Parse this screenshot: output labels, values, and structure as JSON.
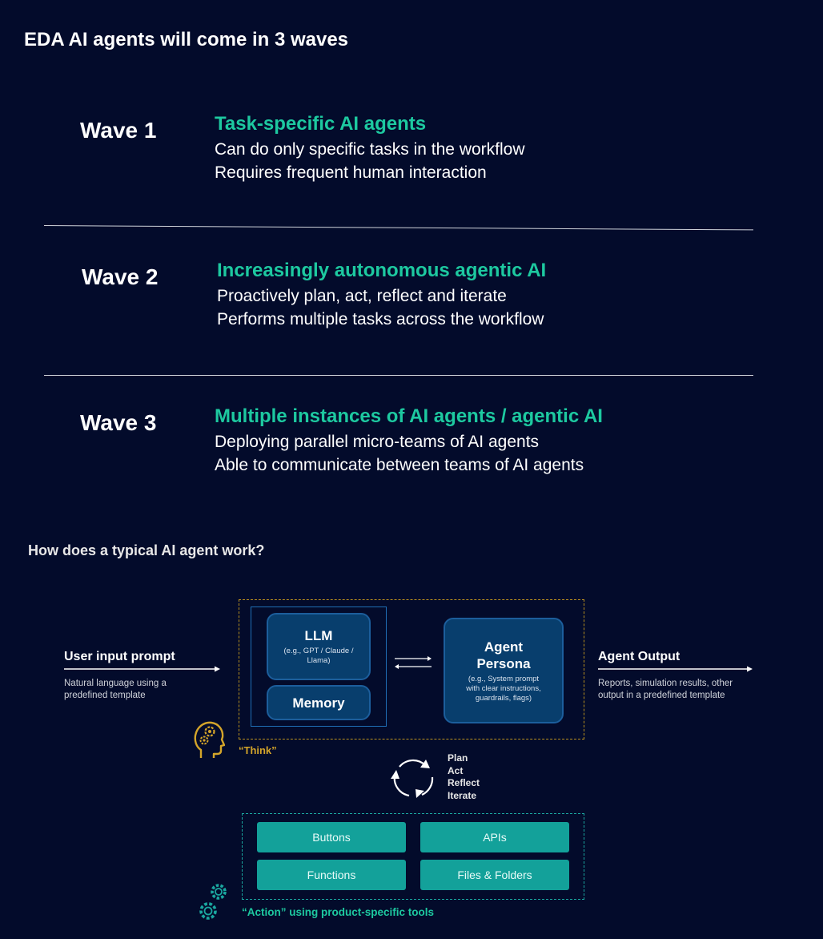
{
  "title": "EDA AI agents will come in 3 waves",
  "waves": [
    {
      "label": "Wave 1",
      "heading": "Task-specific AI agents",
      "lines": [
        "Can do only specific tasks in the workflow",
        "Requires frequent human interaction"
      ]
    },
    {
      "label": "Wave 2",
      "heading": "Increasingly autonomous agentic AI",
      "lines": [
        "Proactively plan, act, reflect and iterate",
        "Performs multiple tasks across the workflow"
      ]
    },
    {
      "label": "Wave 3",
      "heading": "Multiple instances of AI agents / agentic AI",
      "lines": [
        "Deploying parallel micro-teams of AI agents",
        "Able to communicate between teams of AI agents"
      ]
    }
  ],
  "diagram": {
    "title": "How does a typical AI agent work?",
    "input": {
      "title": "User input prompt",
      "lines": [
        "Natural language using a",
        "predefined template"
      ]
    },
    "llm": {
      "title": "LLM",
      "lines": [
        "(e.g., GPT / Claude /",
        "Llama)"
      ]
    },
    "memory": {
      "title": "Memory"
    },
    "persona": {
      "title_lines": [
        "Agent",
        "Persona"
      ],
      "lines": [
        "(e.g., System prompt",
        "with clear instructions,",
        "guardrails, flags)"
      ]
    },
    "output": {
      "title": "Agent Output",
      "lines": [
        "Reports, simulation results, other",
        "output in a predefined template"
      ]
    },
    "think_caption": "“Think”",
    "cycle_steps": [
      "Plan",
      "Act",
      "Reflect",
      "Iterate"
    ],
    "tools": [
      "Buttons",
      "APIs",
      "Functions",
      "Files & Folders"
    ],
    "action_caption": "“Action” using product-specific tools",
    "icons": {
      "head": "head-gear-icon",
      "cycle": "cycle-arrows-icon",
      "gears": "gears-icon"
    },
    "colors": {
      "accent_green": "#1dc9a0",
      "think_yellow": "#d4a52a",
      "tool_teal": "#13a19a",
      "box_blue": "#083e6d",
      "background": "#030b2b"
    }
  }
}
